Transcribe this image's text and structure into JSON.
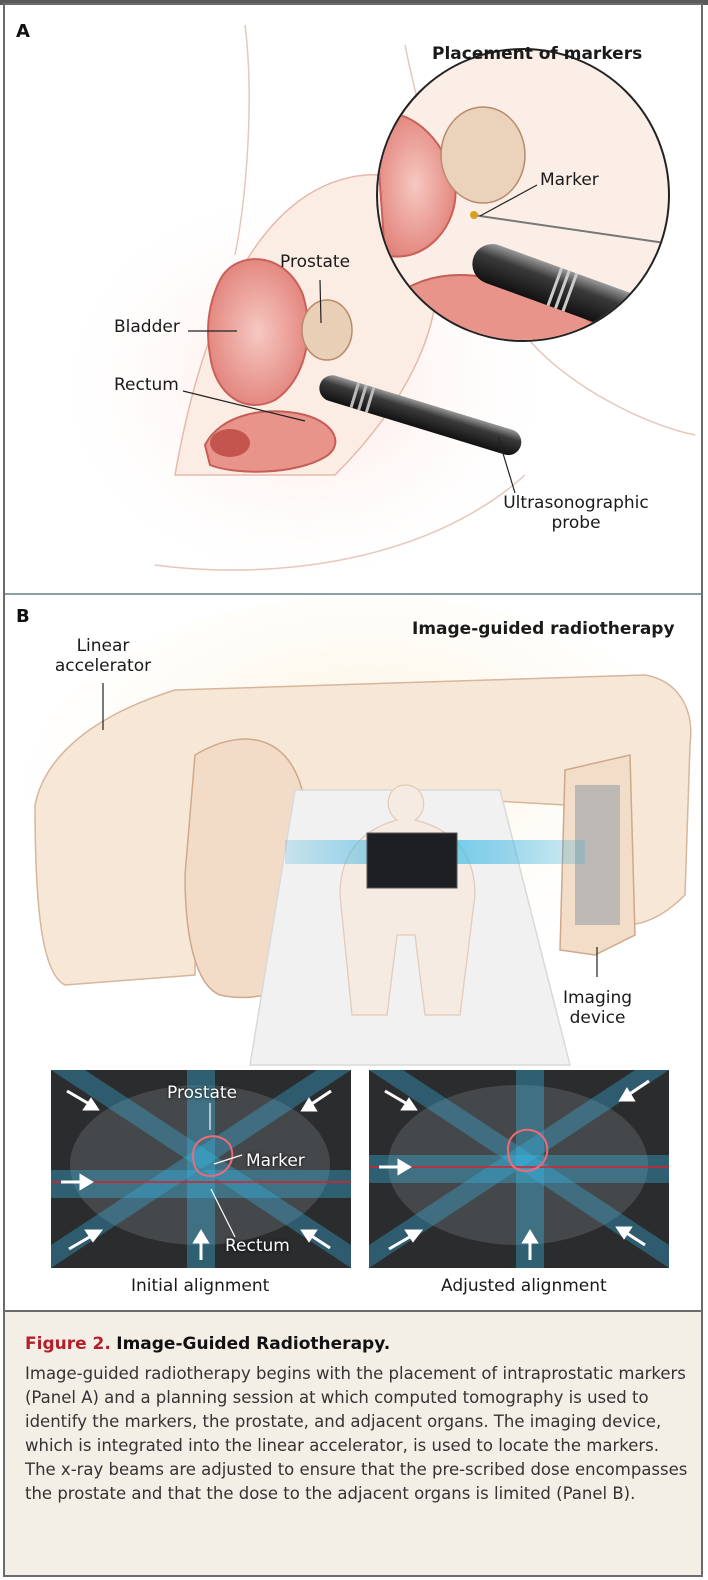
{
  "panel_a": {
    "letter": "A",
    "title": "Placement of markers",
    "labels": {
      "marker": "Marker",
      "prostate": "Prostate",
      "bladder": "Bladder",
      "rectum": "Rectum",
      "probe_line1": "Ultrasonographic",
      "probe_line2": "probe"
    }
  },
  "panel_b": {
    "letter": "B",
    "title": "Image-guided radiotherapy",
    "labels": {
      "linac_line1": "Linear",
      "linac_line2": "accelerator",
      "imaging_line1": "Imaging",
      "imaging_line2": "device",
      "prostate": "Prostate",
      "marker": "Marker",
      "rectum": "Rectum",
      "initial": "Initial alignment",
      "adjusted": "Adjusted alignment"
    }
  },
  "caption": {
    "figure": "Figure 2.",
    "title": "Image-Guided Radiotherapy.",
    "body": "Image-guided radiotherapy begins with the placement of intraprostatic markers (Panel A) and a planning session at which computed tomography is used to identify the markers, the prostate, and adjacent organs. The imaging device, which is integrated into the linear accelerator, is used to locate the markers. The x-ray beams are adjusted to ensure that the pre-scribed dose encompasses the prostate and that the dose to the adjacent organs is limited (Panel B)."
  }
}
